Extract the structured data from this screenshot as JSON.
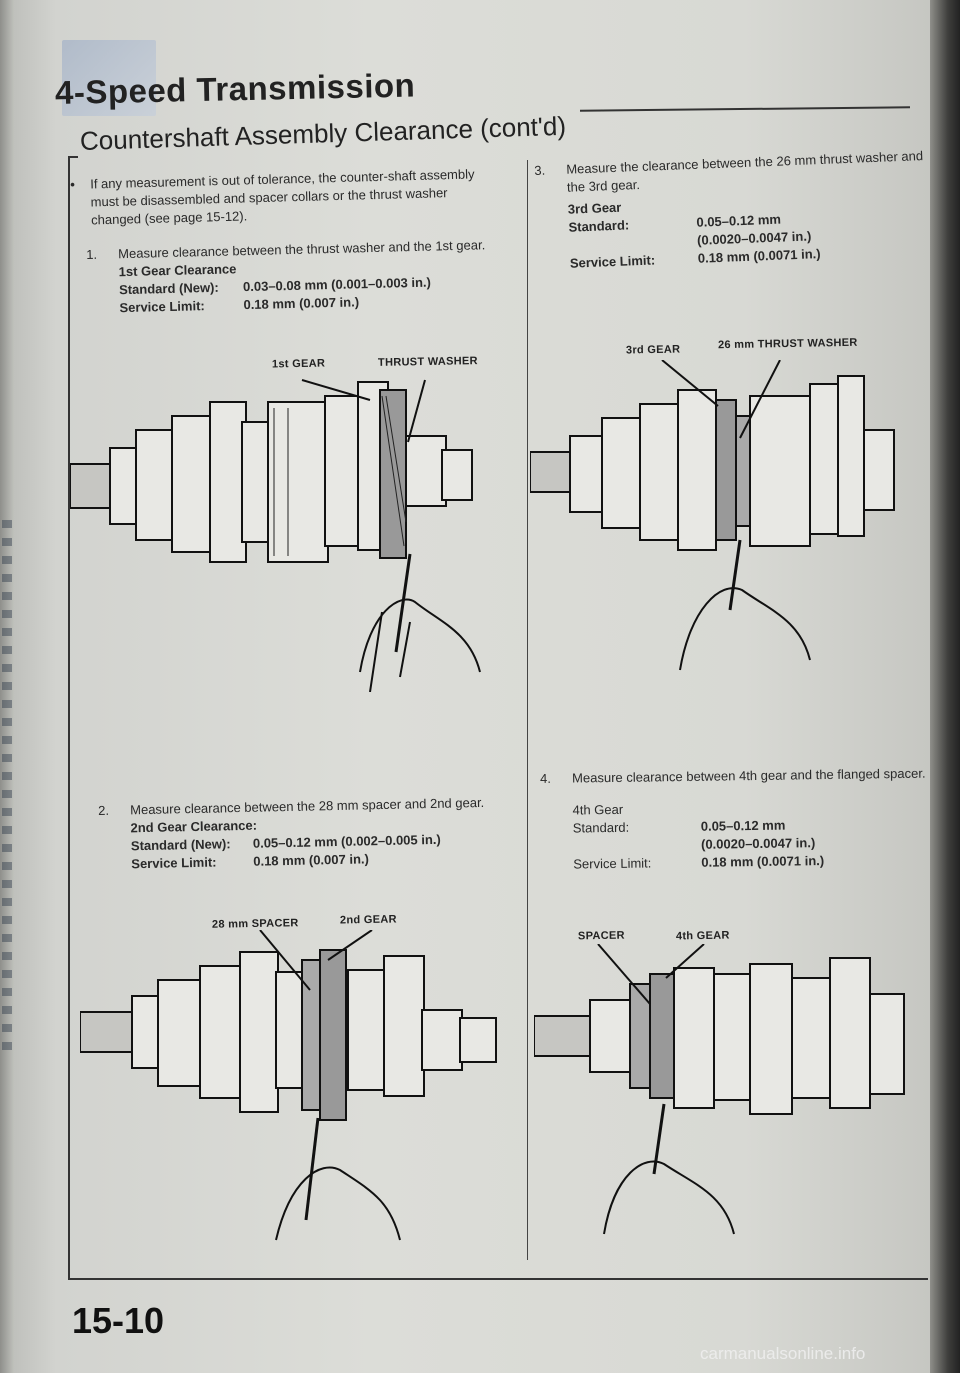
{
  "header": {
    "title": "4-Speed Transmission",
    "subtitle": "Countershaft Assembly Clearance (cont'd)"
  },
  "intro": {
    "bullet": "•",
    "text": "If any measurement is out of tolerance, the counter-shaft assembly must be disassembled and spacer collars or the thrust washer changed (see page 15-12)."
  },
  "steps": [
    {
      "number": "1.",
      "text": "Measure clearance between the thrust washer and the 1st gear.",
      "spec_title": "1st Gear Clearance",
      "specs": [
        {
          "label": "Standard (New):",
          "value": "0.03–0.08 mm (0.001–0.003 in.)"
        },
        {
          "label": "Service Limit:",
          "value": "0.18 mm (0.007 in.)"
        }
      ],
      "figure_labels": [
        "1st GEAR",
        "THRUST WASHER"
      ]
    },
    {
      "number": "2.",
      "text": "Measure clearance between the 28 mm spacer and 2nd gear.",
      "spec_title": "2nd Gear Clearance:",
      "specs": [
        {
          "label": "Standard (New):",
          "value": "0.05–0.12 mm (0.002–0.005 in.)"
        },
        {
          "label": "Service Limit:",
          "value": "0.18 mm (0.007 in.)"
        }
      ],
      "figure_labels": [
        "28 mm SPACER",
        "2nd GEAR"
      ]
    },
    {
      "number": "3.",
      "text": "Measure the clearance between the 26 mm thrust washer and the 3rd gear.",
      "spec_title": "3rd Gear",
      "specs": [
        {
          "label": "Standard:",
          "value": "0.05–0.12 mm",
          "value2": "(0.0020–0.0047 in.)"
        },
        {
          "label": "Service Limit:",
          "value": "0.18 mm (0.0071 in.)"
        }
      ],
      "figure_labels": [
        "3rd GEAR",
        "26 mm THRUST WASHER"
      ]
    },
    {
      "number": "4.",
      "text": "Measure clearance between 4th gear and the flanged spacer.",
      "spec_title": "4th Gear",
      "specs": [
        {
          "label": "Standard:",
          "value": "0.05–0.12 mm",
          "value2": "(0.0020–0.0047 in.)"
        },
        {
          "label": "Service Limit:",
          "value": "0.18 mm (0.0071 in.)"
        }
      ],
      "figure_labels": [
        "SPACER",
        "4th GEAR"
      ]
    }
  ],
  "footer": {
    "page_number": "15-10",
    "watermark": "carmanualsonline.info"
  }
}
